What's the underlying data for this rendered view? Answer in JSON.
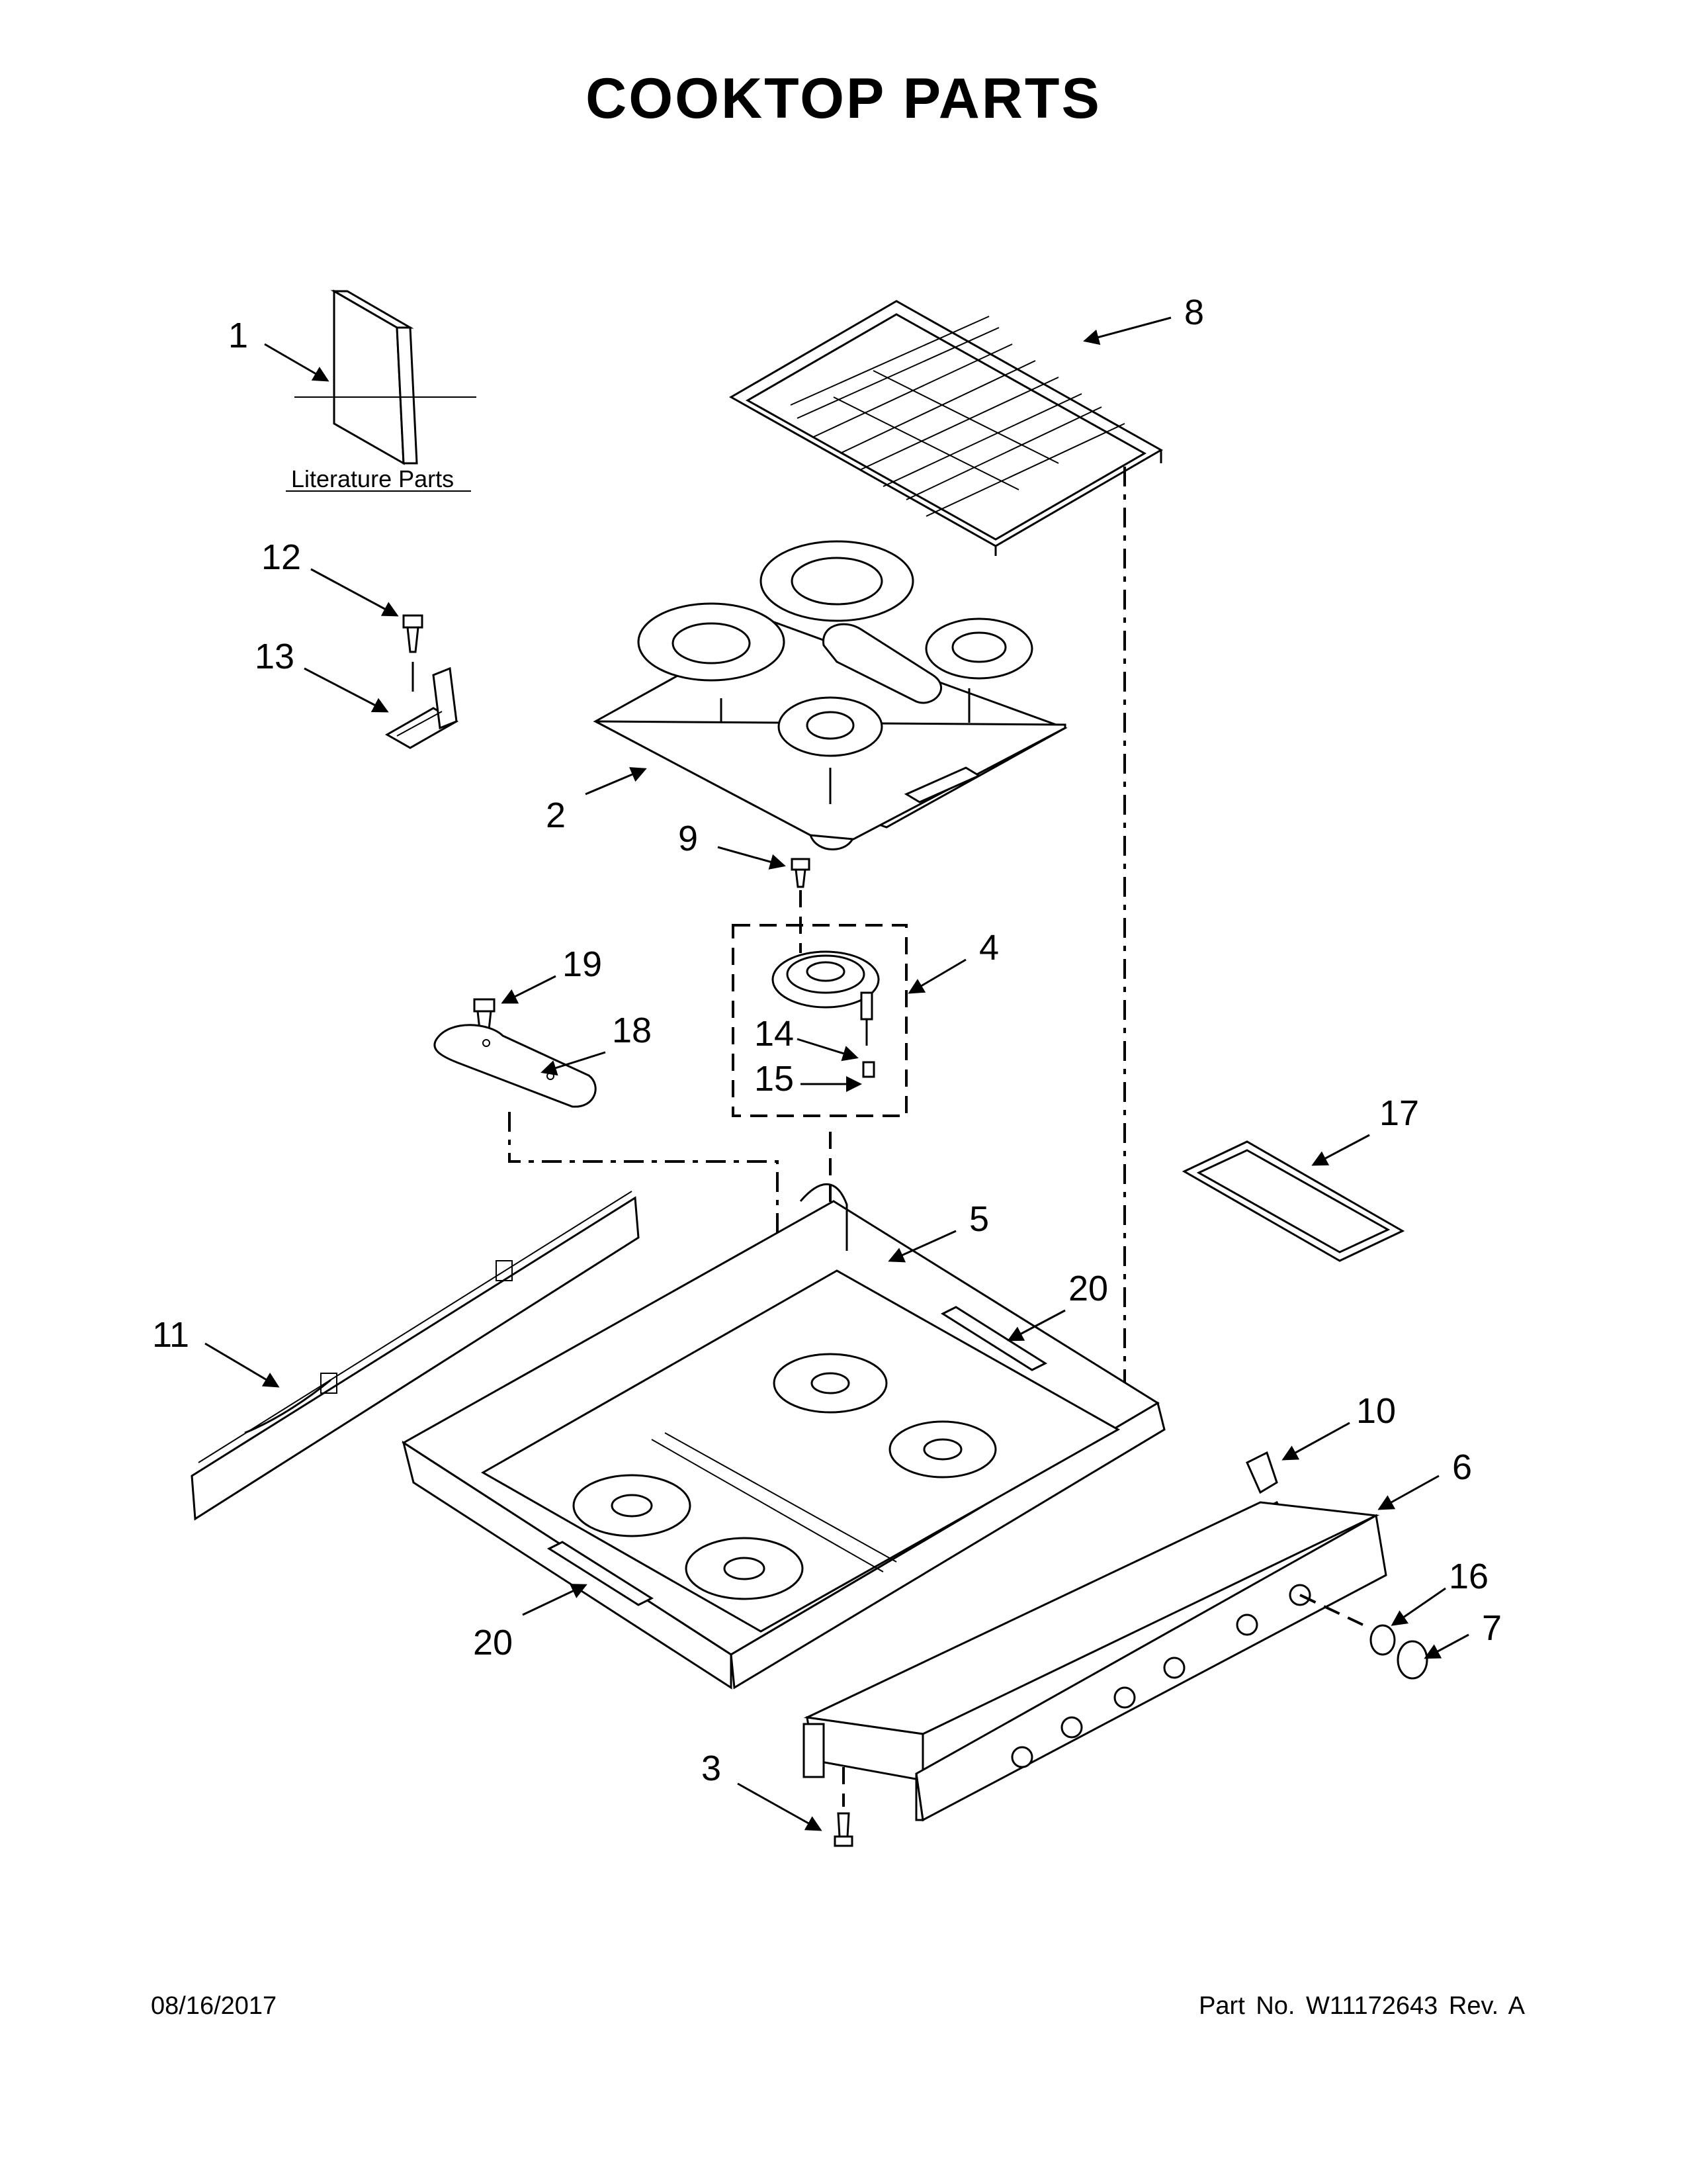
{
  "title": "COOKTOP PARTS",
  "literature_label": "Literature Parts",
  "callouts": [
    {
      "id": "c1",
      "label": "1"
    },
    {
      "id": "c2",
      "label": "2"
    },
    {
      "id": "c3",
      "label": "3"
    },
    {
      "id": "c4",
      "label": "4"
    },
    {
      "id": "c5",
      "label": "5"
    },
    {
      "id": "c6",
      "label": "6"
    },
    {
      "id": "c7",
      "label": "7"
    },
    {
      "id": "c8",
      "label": "8"
    },
    {
      "id": "c9",
      "label": "9"
    },
    {
      "id": "c10",
      "label": "10"
    },
    {
      "id": "c11",
      "label": "11"
    },
    {
      "id": "c12",
      "label": "12"
    },
    {
      "id": "c13",
      "label": "13"
    },
    {
      "id": "c14",
      "label": "14"
    },
    {
      "id": "c15",
      "label": "15"
    },
    {
      "id": "c16",
      "label": "16"
    },
    {
      "id": "c17",
      "label": "17"
    },
    {
      "id": "c18",
      "label": "18"
    },
    {
      "id": "c19",
      "label": "19"
    },
    {
      "id": "c20a",
      "label": "20"
    },
    {
      "id": "c20b",
      "label": "20"
    }
  ],
  "footer": {
    "date": "08/16/2017",
    "part_number": "Part No.  W11172643  Rev.  A"
  }
}
